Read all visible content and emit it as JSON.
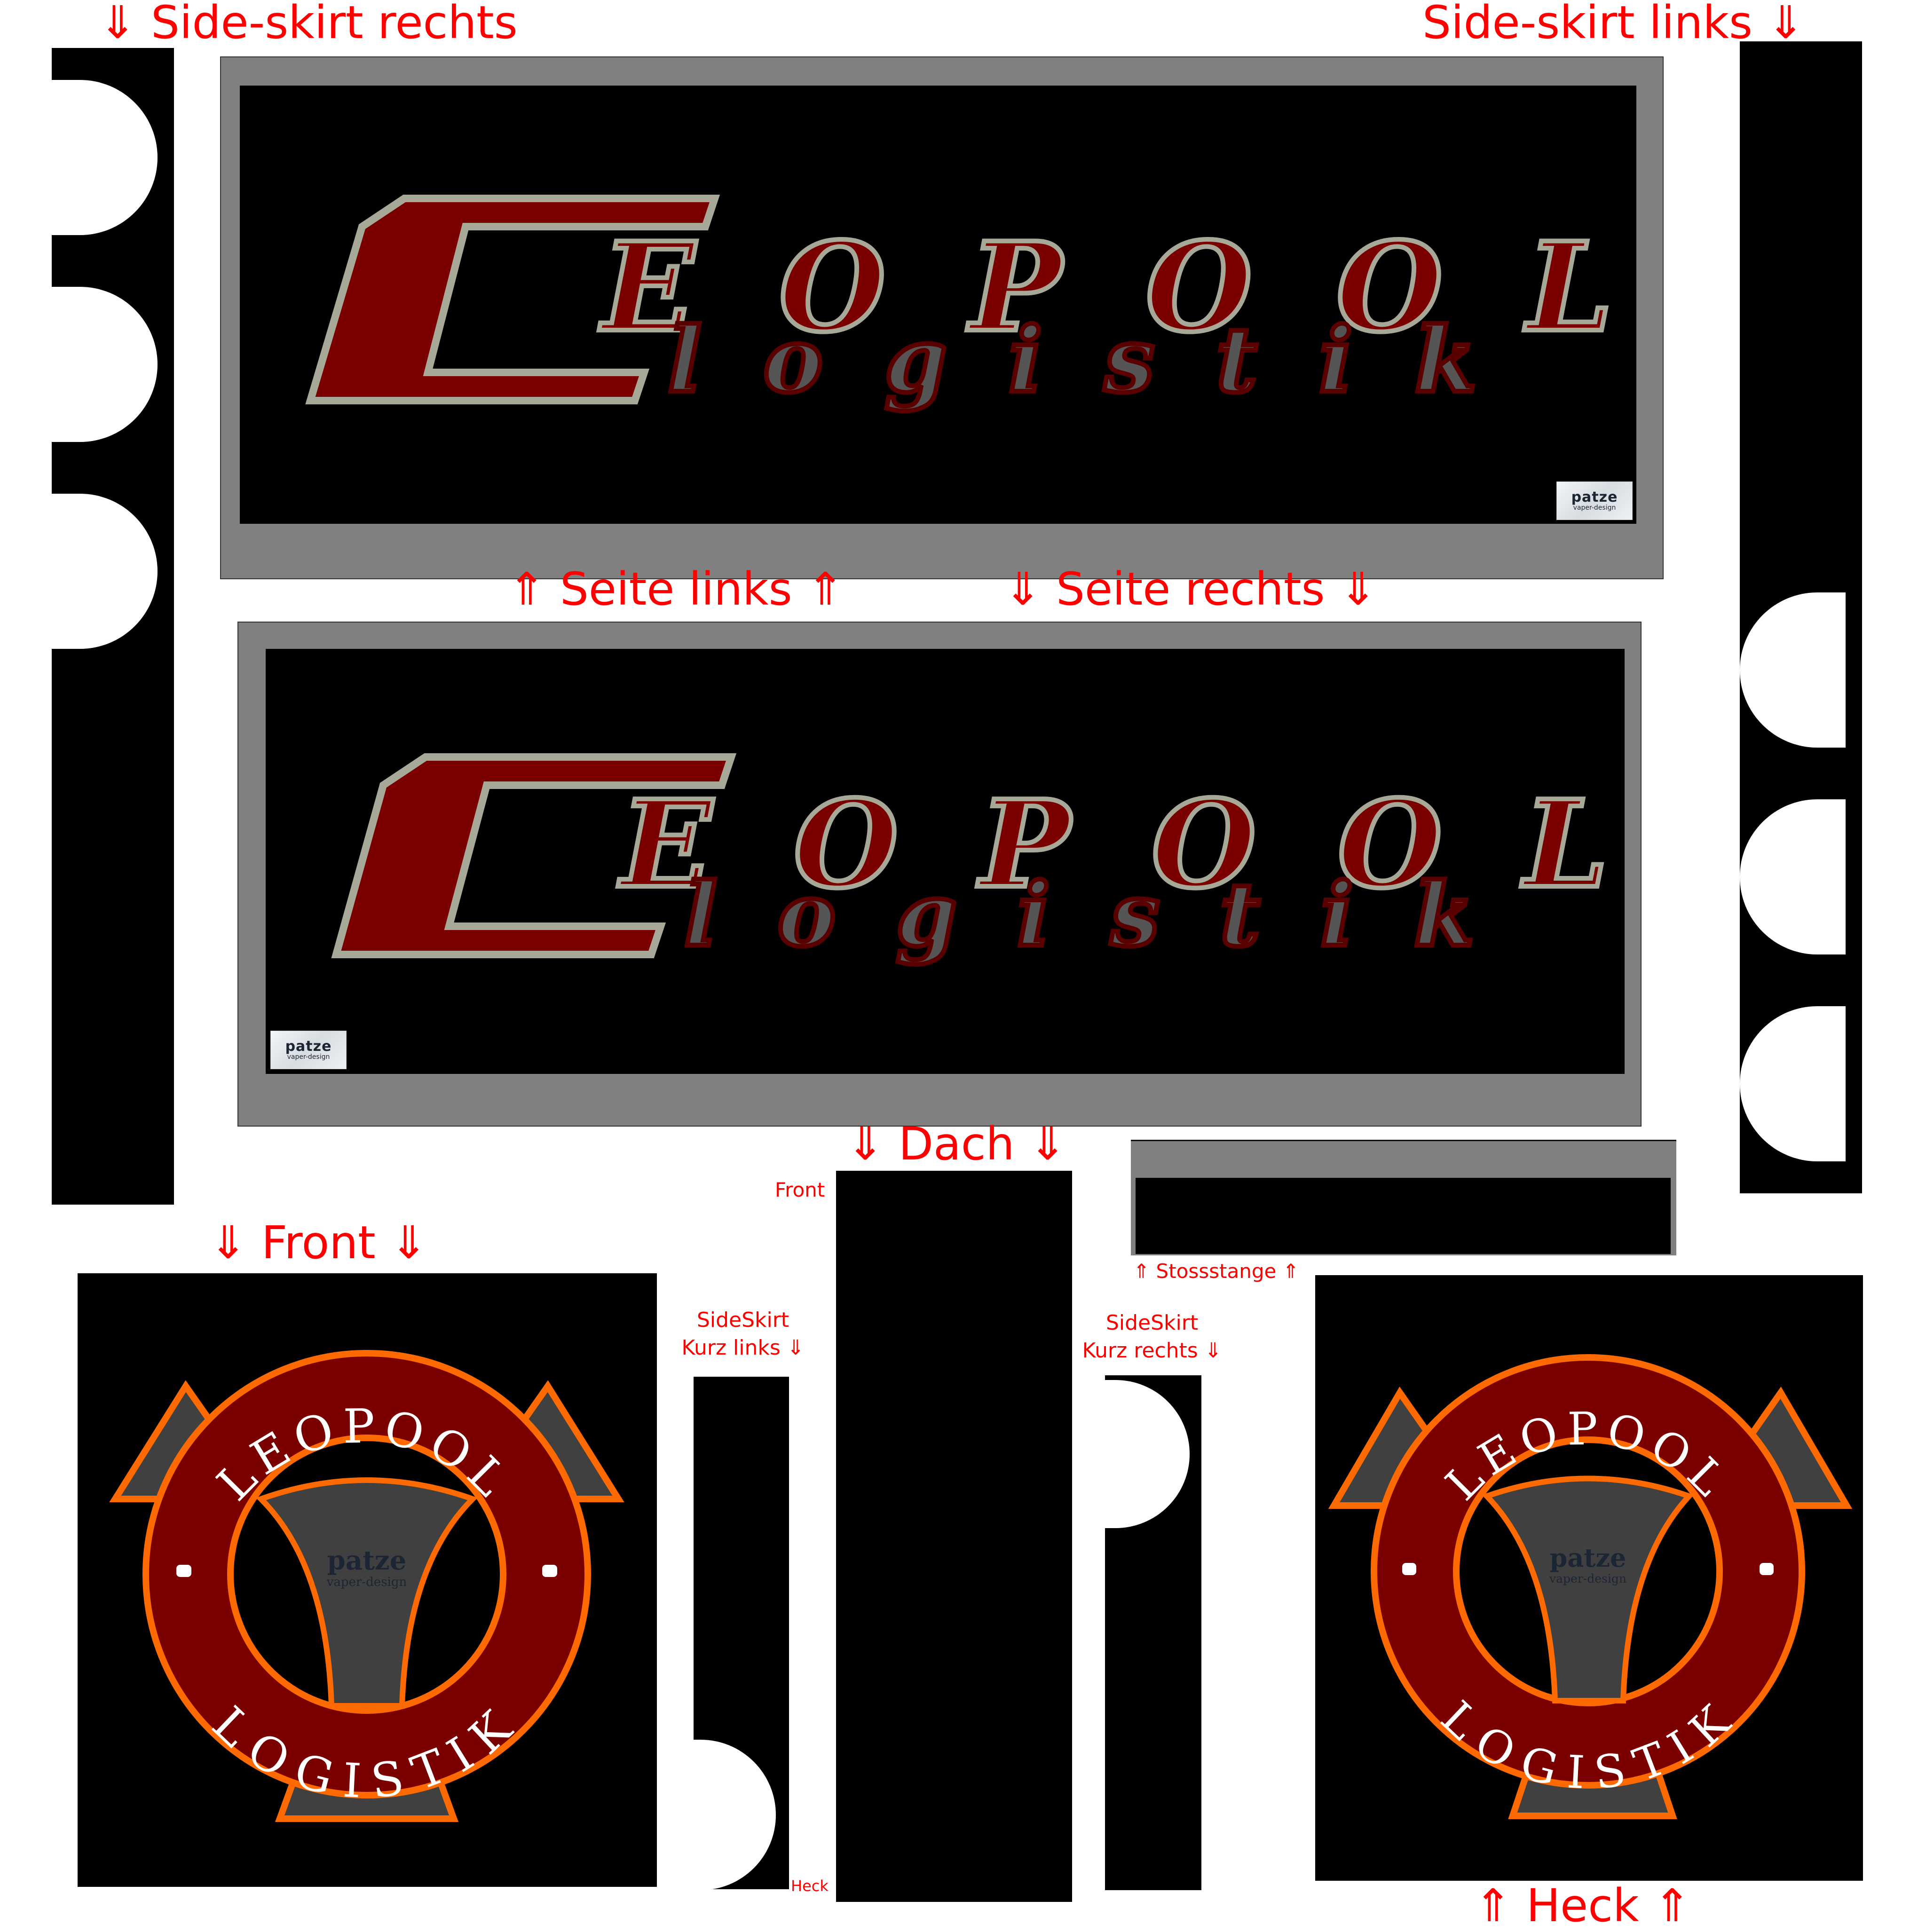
{
  "labels": {
    "side_skirt_rechts": "⇓ Side-skirt rechts",
    "side_skirt_links": "Side-skirt links ⇓",
    "seite_links": "⇑ Seite links ⇑",
    "seite_rechts": "⇓ Seite rechts ⇓",
    "dach": "⇓ Dach ⇓",
    "dach_front": "Front",
    "dach_heck": "Heck",
    "stossstange": "⇑ Stossstange ⇑",
    "front": "⇓ Front ⇓",
    "heck": "⇑ Heck ⇑",
    "sideskirt_kurz_links_line1": "SideSkirt",
    "sideskirt_kurz_links_line2": "Kurz links ⇓",
    "sideskirt_kurz_rechts_line1": "SideSkirt",
    "sideskirt_kurz_rechts_line2": "Kurz rechts ⇓"
  },
  "brand": {
    "wordmark_top": "EOPOOL",
    "wordmark_bottom": "logistik",
    "initial": "L",
    "emblem_top": "LEOPOOL",
    "emblem_bottom": "LOGISTIK",
    "sponsor_name": "patze",
    "sponsor_tagline": "vaper-design"
  },
  "colors": {
    "label_red": "#ff0000",
    "panel_black": "#000000",
    "frame_gray": "#808080",
    "logo_red": "#7a0000",
    "logo_outline": "#a8a898",
    "logistik_gray": "#555555",
    "emblem_ring": "#7a0000",
    "emblem_orange": "#ff6a00",
    "emblem_dark": "#404040"
  }
}
